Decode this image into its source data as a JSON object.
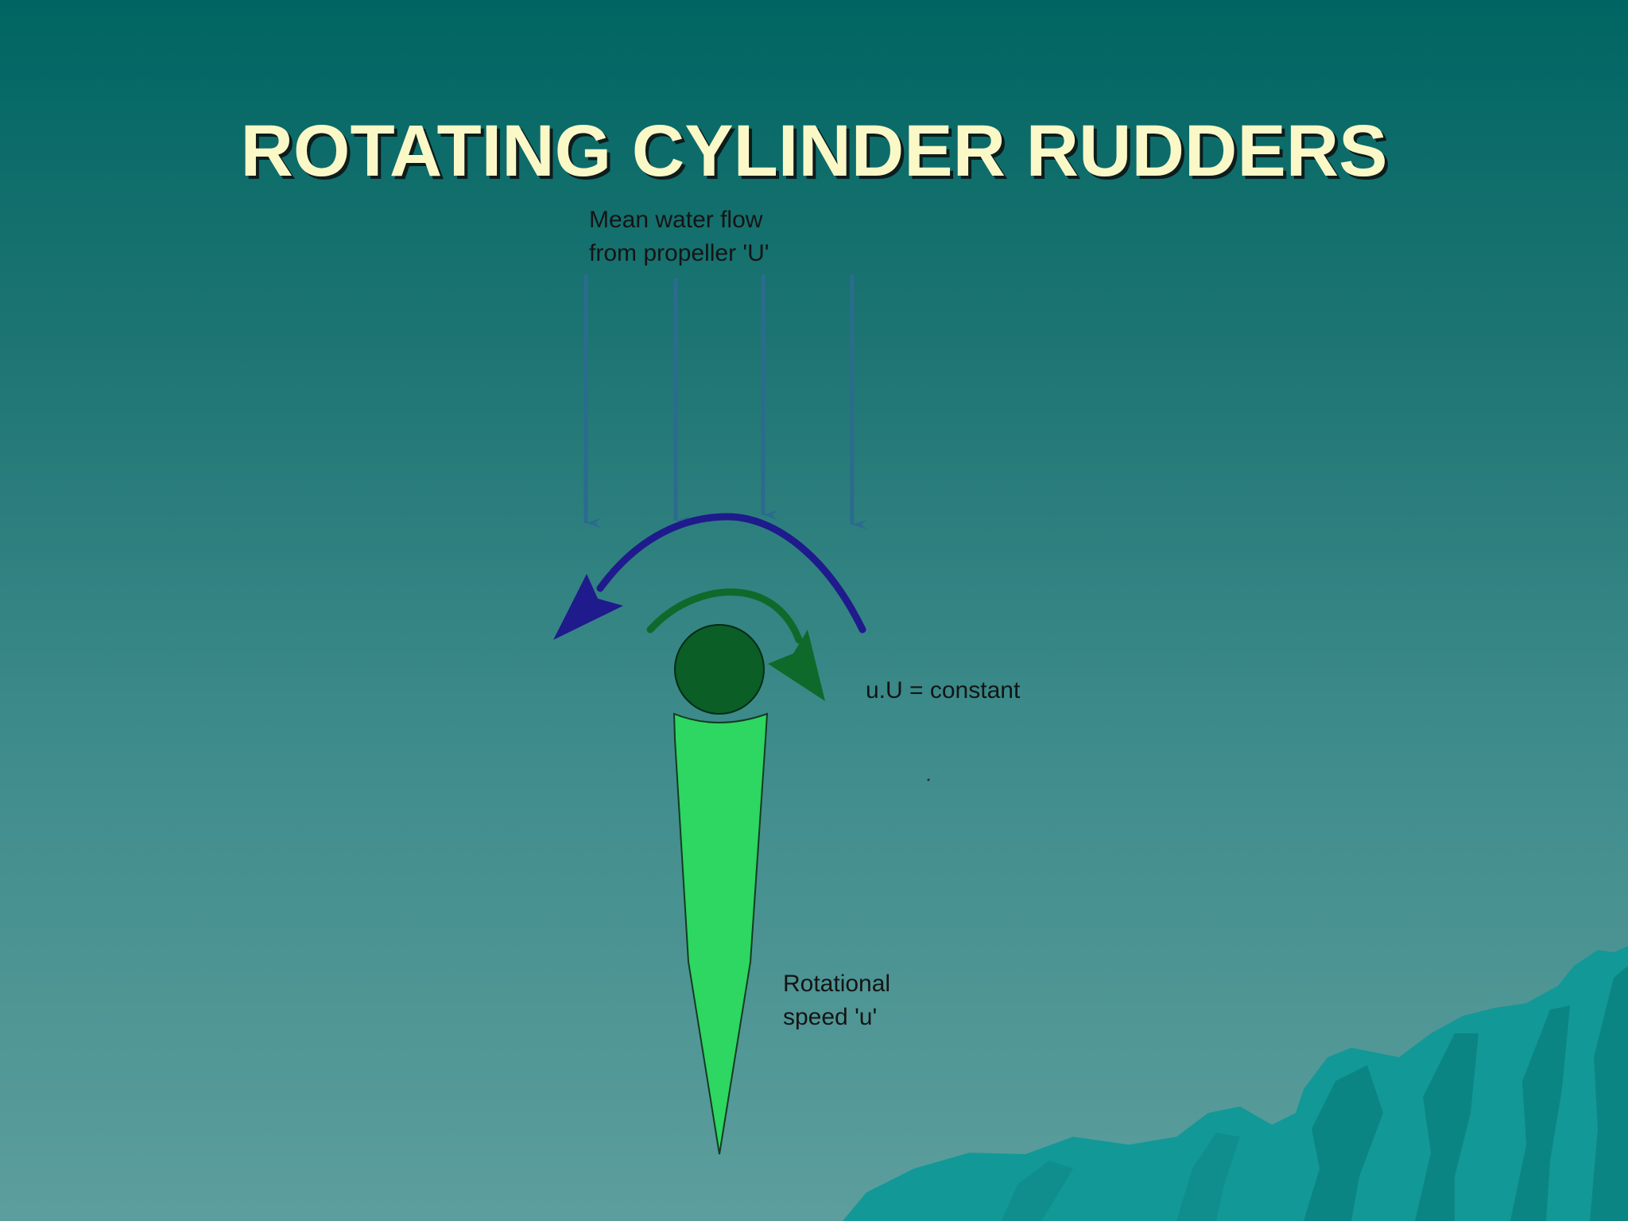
{
  "slide": {
    "title": "ROTATING CYLINDER RUDDERS"
  },
  "labels": {
    "flow_line1": "Mean water flow",
    "flow_line2": "from propeller 'U'",
    "constant": "u.U = constant",
    "speed_line1": "Rotational",
    "speed_line2": "speed 'u'"
  },
  "colors": {
    "background_top": "#006562",
    "background_bottom": "#5c9e9d",
    "title": "#fbf8c8",
    "flow_arrows": "#2b6b8e",
    "outer_arc": "#1f1b8c",
    "inner_arc": "#0e6a2a",
    "cylinder": "#0a5e26",
    "rudder": "#2ed662",
    "mountains": "#139898"
  }
}
